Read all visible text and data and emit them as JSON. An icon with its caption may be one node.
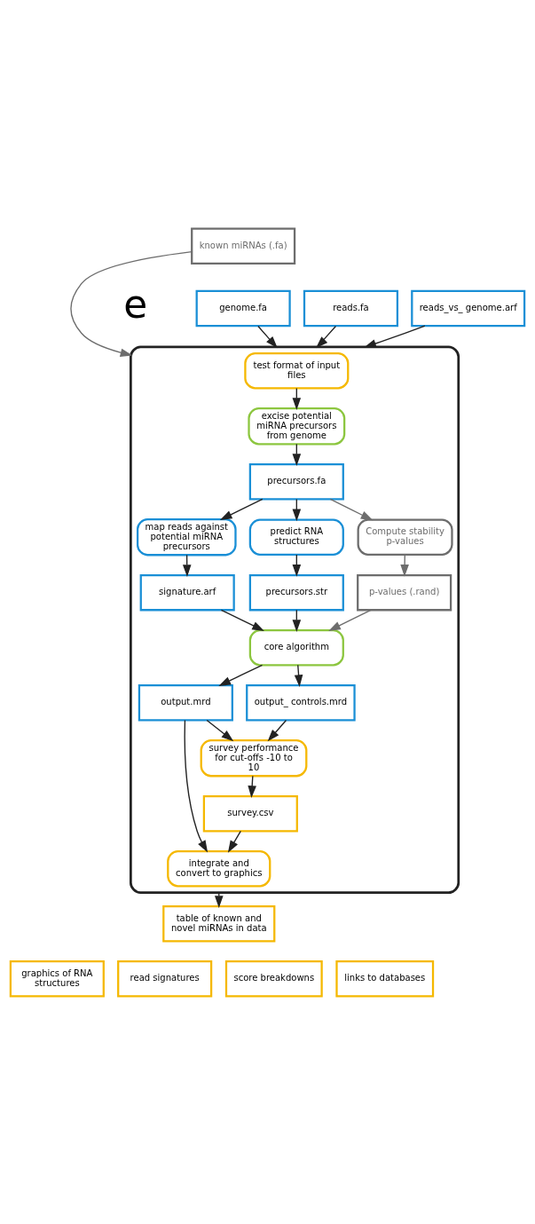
{
  "diagram": {
    "nodes": [
      {
        "text": [
          "known miRNAs (.fa)"
        ]
      },
      {
        "text": [
          "genome.fa"
        ]
      },
      {
        "text": [
          "reads.fa"
        ]
      },
      {
        "text": [
          "reads_vs_ genome.arf"
        ]
      },
      {
        "text": [],
        "shape": "box"
      },
      {
        "text": [
          "test format of input files"
        ],
        "in": 4
      },
      {
        "text": [
          "excise potential miRNA precursors from genome"
        ],
        "in": 4
      },
      {
        "text": [
          "precursors.fa"
        ],
        "in": 4
      },
      {
        "text": [
          "map reads against potential miRNA precursors"
        ],
        "in": 4
      },
      {
        "text": [
          "predict RNA structures"
        ],
        "in": 4
      },
      {
        "text": [
          "Compute stability p-values"
        ],
        "in": 4
      },
      {
        "text": [
          "signature.arf"
        ],
        "in": 4
      },
      {
        "text": [
          "precursors.str"
        ],
        "in": 4
      },
      {
        "text": [
          "p-values (.rand)"
        ],
        "in": 4
      },
      {
        "text": [
          "core algorithm"
        ],
        "in": 4
      },
      {
        "text": [
          "output.mrd"
        ],
        "in": 4
      },
      {
        "text": [
          "output_ controls.mrd"
        ],
        "in": 4
      },
      {
        "text": [
          "survey performance for cut-offs -10 to 10"
        ],
        "in": 4
      },
      {
        "text": [
          "survey.csv"
        ],
        "in": 4
      },
      {
        "text": [
          "integrate and convert to graphics"
        ],
        "in": 4
      },
      {
        "text": [
          "table of known and novel miRNAs in data"
        ]
      },
      {
        "text": [
          "graphics of RNA structures"
        ]
      },
      {
        "text": [
          "read signatures"
        ]
      },
      {
        "text": [
          "score breakdowns"
        ]
      },
      {
        "text": [
          "links to databases"
        ]
      }
    ],
    "edges": [
      {
        "from": 0,
        "to": 4,
        "arrow": "to",
        "color": "#6d6d6d"
      },
      {
        "from": 1,
        "to": 4,
        "arrow": "to"
      },
      {
        "from": 2,
        "to": 4,
        "arrow": "to"
      },
      {
        "from": 3,
        "to": 4,
        "arrow": "to"
      },
      {
        "from": 5,
        "to": 6,
        "arrow": "to"
      },
      {
        "from": 6,
        "to": 7,
        "arrow": "to"
      },
      {
        "from": 7,
        "to": 8,
        "arrow": "to"
      },
      {
        "from": 7,
        "to": 9,
        "arrow": "to"
      },
      {
        "from": 7,
        "to": 10,
        "arrow": "to",
        "color": "#6d6d6d"
      },
      {
        "from": 8,
        "to": 11,
        "arrow": "to"
      },
      {
        "from": 9,
        "to": 12,
        "arrow": "to"
      },
      {
        "from": 10,
        "to": 13,
        "arrow": "to",
        "color": "#6d6d6d"
      },
      {
        "from": 11,
        "to": 14,
        "arrow": "to"
      },
      {
        "from": 12,
        "to": 14,
        "arrow": "to"
      },
      {
        "from": 13,
        "to": 14,
        "arrow": "to",
        "color": "#6d6d6d"
      },
      {
        "from": 14,
        "to": 15,
        "arrow": "to"
      },
      {
        "from": 14,
        "to": 16,
        "arrow": "to"
      },
      {
        "from": 15,
        "to": 17,
        "arrow": "to"
      },
      {
        "from": 16,
        "to": 17,
        "arrow": "to"
      },
      {
        "from": 17,
        "to": 18,
        "arrow": "to"
      },
      {
        "from": 18,
        "to": 19,
        "arrow": "to"
      },
      {
        "from": 15,
        "to": 19,
        "arrow": "to"
      },
      {
        "from": 4,
        "to": 20,
        "arrow": "to"
      }
    ],
    "labels": [
      "e"
    ]
  }
}
